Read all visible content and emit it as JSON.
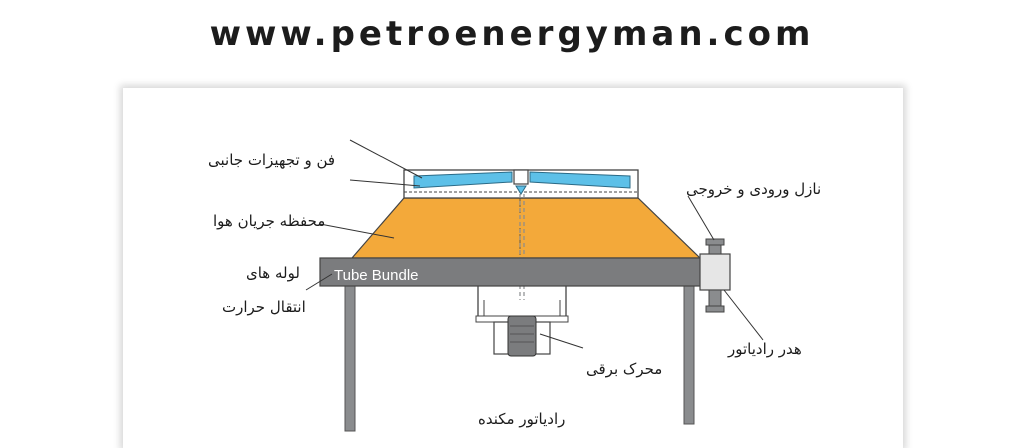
{
  "header": {
    "url": "www.petroenergyman.com"
  },
  "labels": {
    "fan": "فن و تجهیزات جانبی",
    "plenum": "محفظه جریان هوا",
    "tubes_line1": "لوله های",
    "tubes_line2": "انتقال حرارت",
    "nozzle": "نازل ورودی و خروجی",
    "header_box": "هدر رادیاتور",
    "motor": "محرک برقی",
    "title": "رادیاتور مکنده",
    "tube_bundle": "Tube Bundle"
  },
  "colors": {
    "plenum_fill": "#f3a93a",
    "fan_blade": "#5dc0e8",
    "bundle_gray": "#7b7c7e",
    "frame_gray": "#8a8c8e"
  }
}
